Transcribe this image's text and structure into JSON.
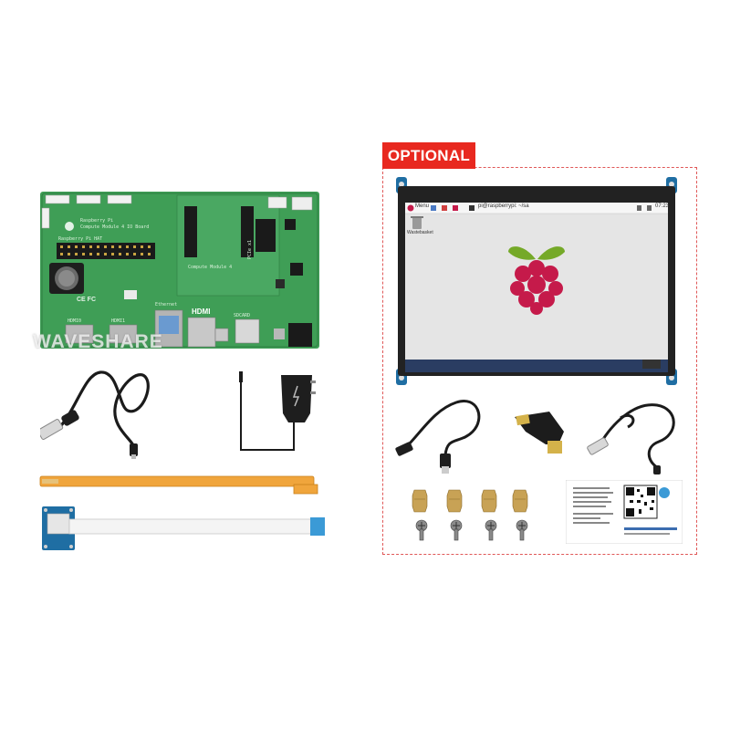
{
  "badge": {
    "label": "OPTIONAL"
  },
  "watermark": {
    "text": "WAVESHARE"
  },
  "board": {
    "brand_line1": "Raspberry Pi",
    "brand_line2": "Compute Module 4 IO Board",
    "hat_label": "Raspberry Pi HAT",
    "cm4_label": "Compute Module 4",
    "pcie_label": "PCIe x1",
    "ethernet_label": "Ethernet",
    "hdmi_logo": "HDMI",
    "hdmi0_label": "HDMI0",
    "hdmi1_label": "HDMI1",
    "sdcard_label": "SDCARD"
  },
  "screen": {
    "menu_label": "Menu",
    "terminal_label": "pi@raspberrypi: ~/sa",
    "clock": "07:23",
    "trash_label": "Wastebasket"
  },
  "colors": {
    "badge": "#e8281f",
    "pcb": "#3f9e56",
    "screen_bezel": "#222222",
    "raspberry": "#c51a4a",
    "leaf": "#75a928"
  }
}
